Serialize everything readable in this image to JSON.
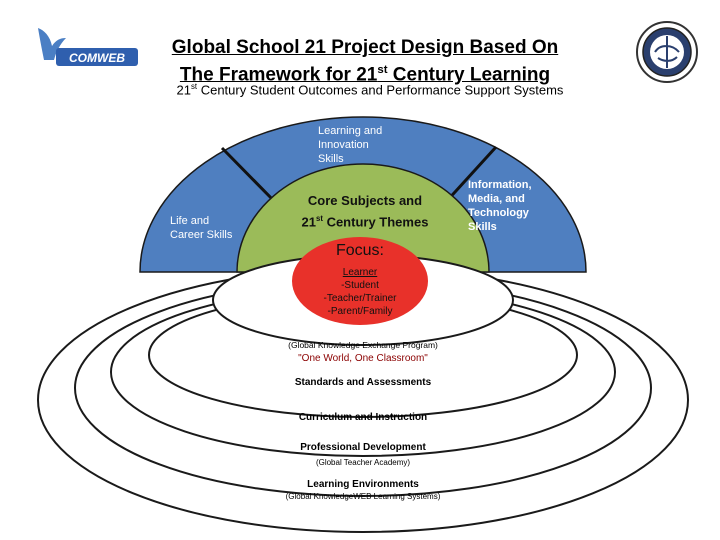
{
  "header": {
    "title_line1": "Global School 21 Project  Design Based On",
    "title_line2_pre": "The Framework for 21",
    "title_line2_sup": "st",
    "title_line2_post": " Century Learning",
    "subtitle_pre": "21",
    "subtitle_sup": "st",
    "subtitle_post": " Century Student Outcomes and Performance Support Systems"
  },
  "logos": {
    "left_text": "COMWEB"
  },
  "arch": {
    "top_label": [
      "Learning and",
      "Innovation",
      "Skills"
    ],
    "left_label": [
      "Life and",
      "Career Skills"
    ],
    "right_label": [
      "Information,",
      "Media, and",
      "Technology",
      "Skills"
    ],
    "core_line1": "Core Subjects and",
    "core_line2_pre": "21",
    "core_line2_sup": "st",
    "core_line2_post": " Century Themes"
  },
  "focus": {
    "title": "Focus:",
    "items": [
      "Learner",
      "-Student",
      "-Teacher/Trainer",
      "-Parent/Family"
    ]
  },
  "rings": {
    "gke": "(Global Knowledge Exchange Program)",
    "slogan": "\"One World, One Classroom\"",
    "standards": "Standards and Assessments",
    "curriculum": "Curriculum and Instruction",
    "prof_dev": "Professional Development",
    "gta": "(Global Teacher Academy)",
    "learn_env": "Learning Environments",
    "gkweb": "(Global KnowledgeWEB Learning Systems)"
  },
  "colors": {
    "blue": "#4f7fc0",
    "green": "#9bbb59",
    "red": "#e8312a",
    "ring_stroke": "#1a1a1a"
  }
}
